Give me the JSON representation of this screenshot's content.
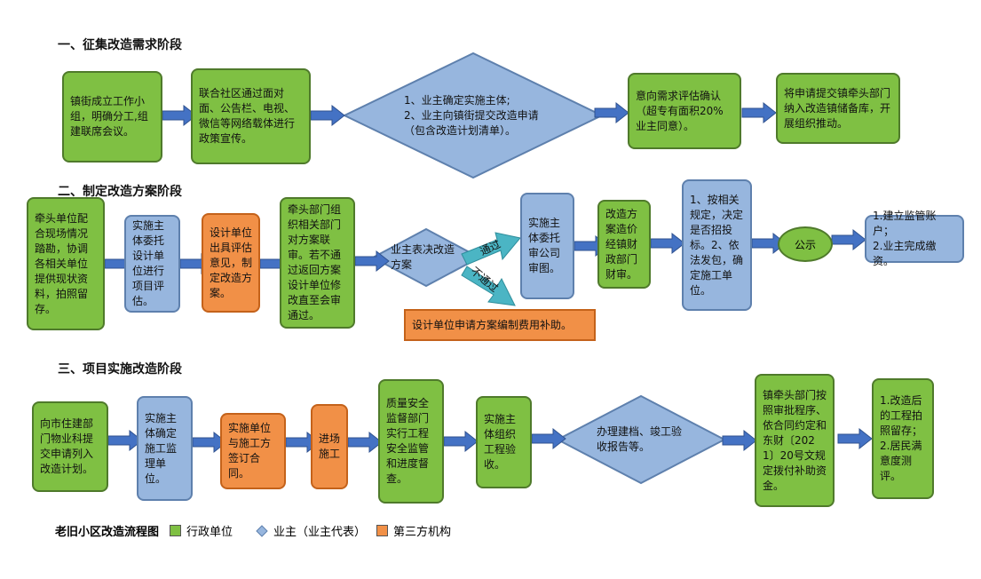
{
  "sections": {
    "s1": "一、征集改造需求阶段",
    "s2": "二、制定改造方案阶段",
    "s3": "三、项目实施改造阶段"
  },
  "stage1": {
    "box1": "镇街成立工作小组，明确分工,组建联席会议。",
    "box2": "联合社区通过面对面、公告栏、电视、微信等网络载体进行政策宣传。",
    "diamond_line1": "1、业主确定实施主体;",
    "diamond_line2": "2、业主向镇街提交改造申请（包含改造计划清单）。",
    "box3": "意向需求评估确认（超专有面积20%业主同意）。",
    "box4": "将申请提交镇牵头部门纳入改造镇储备库，开展组织推动。"
  },
  "stage2": {
    "box1": "牵头单位配合现场情况踏勘，协调各相关单位提供现状资料，拍照留存。",
    "box2": "实施主体委托设计单位进行项目评估。",
    "box3": "设计单位出具评估意见，制定改造方案。",
    "box4": "牵头部门组织相关部门对方案联审。若不通过返回方案设计单位修改直至会审通过。",
    "diamond": "业主表决改造方案",
    "pass": "通过",
    "fail": "不通过",
    "box5": "实施主体委托审公司审图。",
    "box6": "改造方案造价经镇财政部门财审。",
    "box7": "1、按相关规定，决定是否招投标。2、依法发包，确定施工单位。",
    "oval": "公示",
    "box8_line1": "1.建立监管账户；",
    "box8_line2": "2.业主完成缴资。",
    "subsidy": "设计单位申请方案编制费用补助。"
  },
  "stage3": {
    "box1": "向市住建部门物业科提交申请列入改造计划。",
    "box2": "实施主体确定施工监理单位。",
    "box3": "实施单位与施工方签订合同。",
    "box4": "进场施工",
    "box5": "质量安全监督部门实行工程安全监管和进度督查。",
    "box6": "实施主体组织工程验收。",
    "diamond": "办理建档、竣工验收报告等。",
    "box7": "镇牵头部门按照审批程序、依合同约定和东财〔2021〕20号文规定拨付补助资金。",
    "box8": "1.改造后的工程拍照留存；2.居民满意度测评。"
  },
  "legend": {
    "title": "老旧小区改造流程图",
    "green": "行政单位",
    "blue": "业主（业主代表）",
    "orange": "第三方机构"
  },
  "colors": {
    "green": "#7fc043",
    "blue": "#97b6de",
    "orange": "#f19047",
    "arrow": "#4472c4",
    "teal": "#4bb5c4"
  }
}
